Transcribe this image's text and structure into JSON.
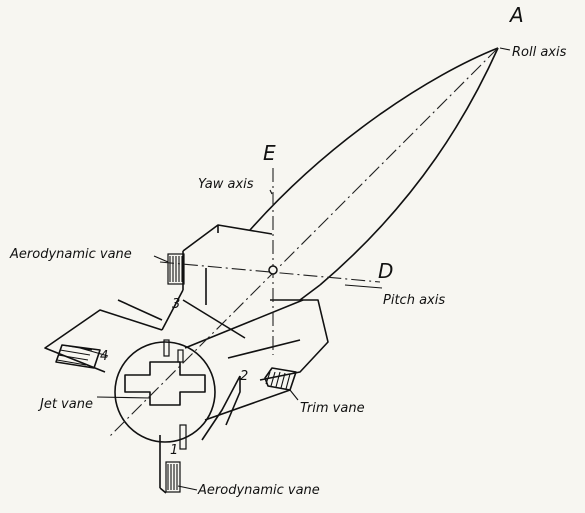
{
  "points": {
    "A": "A",
    "E": "E",
    "D": "D"
  },
  "labels": {
    "roll_axis": "Roll axis",
    "yaw_axis": "Yaw axis",
    "pitch_axis": "Pitch axis",
    "aero_vane_top": "Aerodynamic vane",
    "aero_vane_bottom": "Aerodynamic vane",
    "jet_vane": "Jet vane",
    "trim_vane": "Trim vane"
  },
  "fin_numbers": {
    "fin1": "1",
    "fin2": "2",
    "fin3": "3",
    "fin4": "4"
  }
}
